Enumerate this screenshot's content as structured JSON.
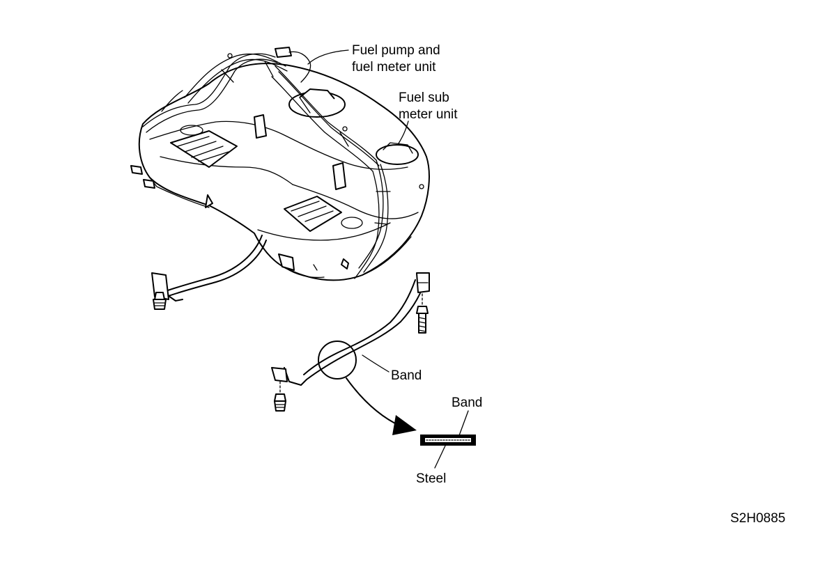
{
  "labels": {
    "fuel_pump": [
      "Fuel pump and",
      "fuel meter unit"
    ],
    "fuel_sub": [
      "Fuel sub",
      "meter unit"
    ],
    "band_main": "Band",
    "band_detail": "Band",
    "steel": "Steel",
    "reference": "S2H0885"
  }
}
